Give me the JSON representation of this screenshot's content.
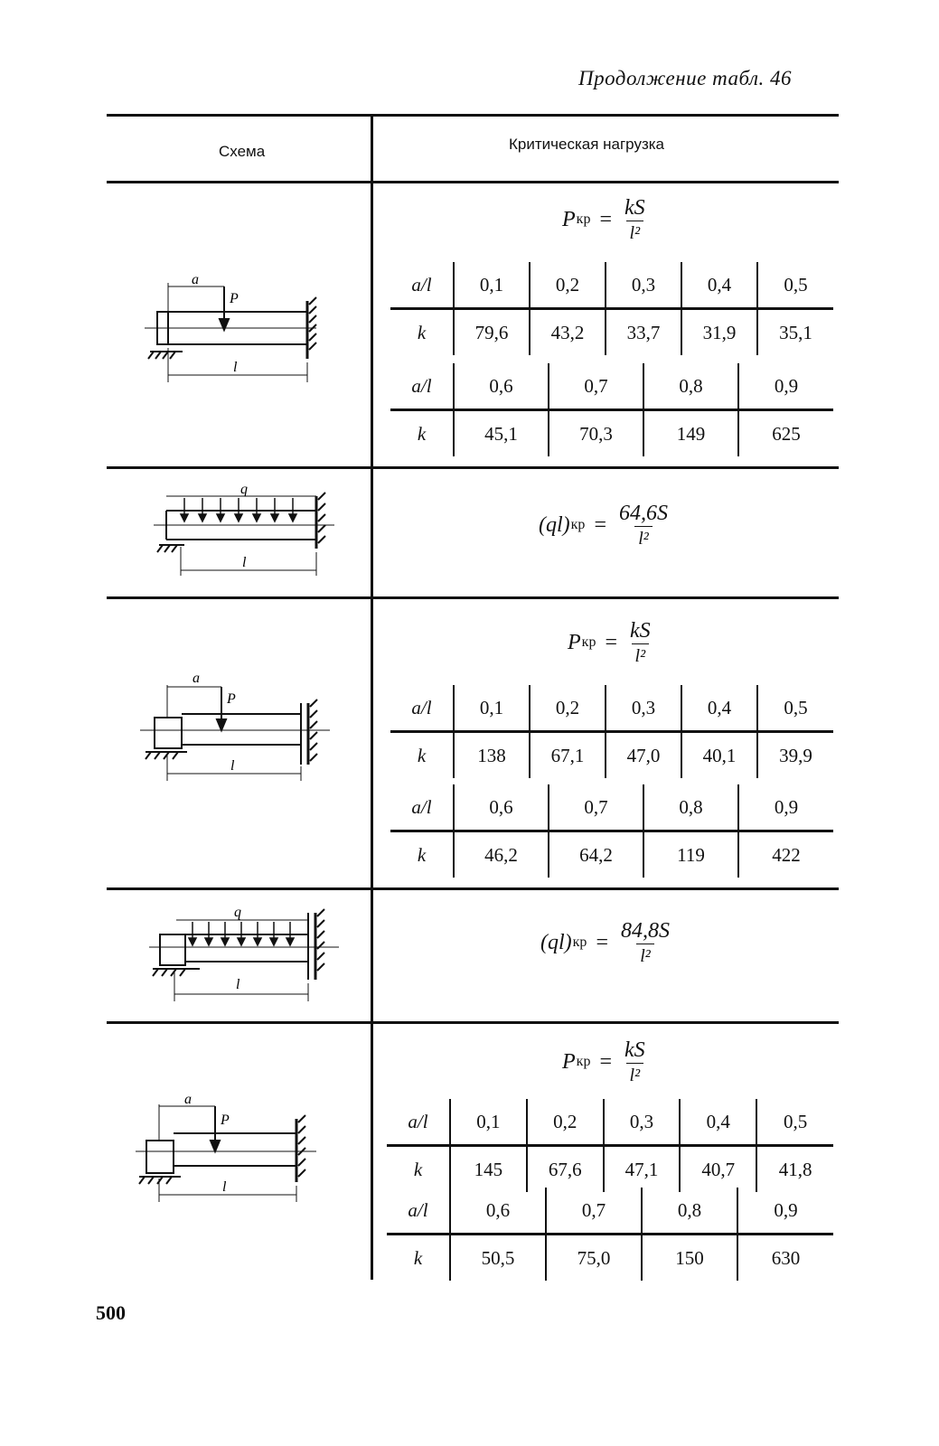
{
  "caption": "Продолжение табл. 46",
  "header": {
    "scheme": "Схема",
    "load": "Критическая нагрузка"
  },
  "page_number": "500",
  "diagram_labels": {
    "a": "a",
    "P": "P",
    "q": "q",
    "l": "l"
  },
  "rows": [
    {
      "formula": {
        "lhs": "P",
        "sub": "кр",
        "eq": "=",
        "num": "kS",
        "den": "l²"
      },
      "table1": {
        "labels": [
          "a/l",
          "k"
        ],
        "al": [
          "0,1",
          "0,2",
          "0,3",
          "0,4",
          "0,5"
        ],
        "k": [
          "79,6",
          "43,2",
          "33,7",
          "31,9",
          "35,1"
        ]
      },
      "table2": {
        "labels": [
          "a/l",
          "k"
        ],
        "al": [
          "0,6",
          "0,7",
          "0,8",
          "0,9"
        ],
        "k": [
          "45,1",
          "70,3",
          "149",
          "625"
        ]
      }
    },
    {
      "formula": {
        "lhs": "(ql)",
        "sub": "кр",
        "eq": "=",
        "num": "64,6S",
        "den": "l²"
      }
    },
    {
      "formula": {
        "lhs": "P",
        "sub": "кр",
        "eq": "=",
        "num": "kS",
        "den": "l²"
      },
      "table1": {
        "labels": [
          "a/l",
          "k"
        ],
        "al": [
          "0,1",
          "0,2",
          "0,3",
          "0,4",
          "0,5"
        ],
        "k": [
          "138",
          "67,1",
          "47,0",
          "40,1",
          "39,9"
        ]
      },
      "table2": {
        "labels": [
          "a/l",
          "k"
        ],
        "al": [
          "0,6",
          "0,7",
          "0,8",
          "0,9"
        ],
        "k": [
          "46,2",
          "64,2",
          "119",
          "422"
        ]
      }
    },
    {
      "formula": {
        "lhs": "(ql)",
        "sub": "кр",
        "eq": "=",
        "num": "84,8S",
        "den": "l²"
      }
    },
    {
      "formula": {
        "lhs": "P",
        "sub": "кр",
        "eq": "=",
        "num": "kS",
        "den": "l²"
      },
      "table1": {
        "labels": [
          "a/l",
          "k"
        ],
        "al": [
          "0,1",
          "0,2",
          "0,3",
          "0,4",
          "0,5"
        ],
        "k": [
          "145",
          "67,6",
          "47,1",
          "40,7",
          "41,8"
        ]
      },
      "table2": {
        "labels": [
          "a/l",
          "k"
        ],
        "al": [
          "0,6",
          "0,7",
          "0,8",
          "0,9"
        ],
        "k": [
          "50,5",
          "75,0",
          "150",
          "630"
        ]
      }
    }
  ]
}
